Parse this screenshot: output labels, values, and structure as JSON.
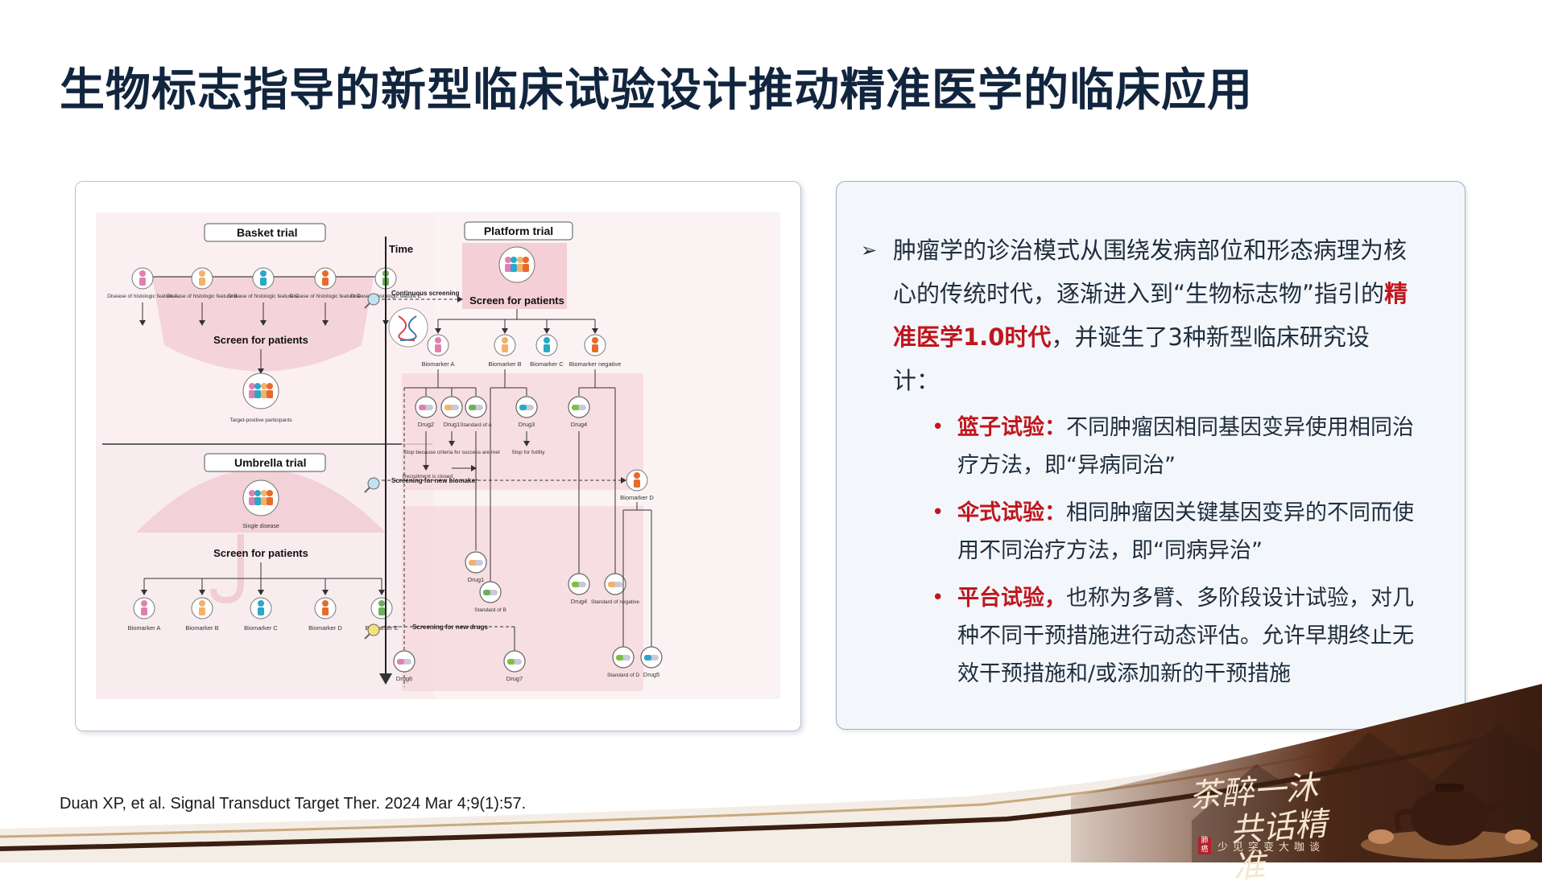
{
  "title": "生物标志指导的新型临床试验设计推动精准医学的临床应用",
  "figure": {
    "basket": {
      "title": "Basket trial",
      "diseases": [
        "Disease of histologic feature A",
        "Disease of histologic feature B",
        "Disease of histologic feature C",
        "Disease of histologic feature D",
        "Disease of histologic feature E"
      ],
      "screen": "Screen for patients",
      "participants": "Target-positive participants"
    },
    "umbrella": {
      "title": "Umbrella trial",
      "single": "Single disease",
      "screen": "Screen for patients",
      "biomarkers": [
        "Biomarker A",
        "Biomarker B",
        "Biomarker C",
        "Biomarker D",
        "Biomarker E"
      ]
    },
    "platform": {
      "title": "Platform trial",
      "time": "Time",
      "continuous": "Continuous screening",
      "screen": "Screen for patients",
      "biomarkers": [
        "Biomarker A",
        "Biomarker B",
        "Biomarker C",
        "Biomarker negative"
      ],
      "drug2": "Drug2",
      "drug1": "Drug1",
      "std_a": "Standard of A",
      "drug3": "Drug3",
      "drug4": "Drug4",
      "stop_success": "Stop because criteria for success are met",
      "stop_futility": "Stop for futility",
      "recruit_closed": "Recruitment is closed",
      "new_biomarker": "Screening for new biomaker",
      "biomarker_d": "Biomarker D",
      "drug1b": "Drug1",
      "std_b": "Standard of B",
      "drug4b": "Drug4",
      "std_neg": "Standard of negative",
      "new_drugs": "Screening for new drugs",
      "drug6": "Drug6",
      "drug7": "Drug7",
      "std_d": "Standard of D",
      "drug5": "Drug5"
    }
  },
  "panel": {
    "intro_1": "肿瘤学的诊治模式从围绕发病部位和形态病理为核心的传统时代，逐渐进入到“生物标志物”指引的",
    "intro_highlight": "精准医学1.0时代",
    "intro_2": "，并诞生了3种新型临床研究设计：",
    "items": [
      {
        "label": "篮子试验：",
        "text": "不同肿瘤因相同基因变异使用相同治疗方法，即“异病同治”"
      },
      {
        "label": "伞式试验：",
        "text": "相同肿瘤因关键基因变异的不同而使用不同治疗方法，即“同病异治”"
      },
      {
        "label": "平台试验，",
        "text": "也称为多臂、多阶段设计试验，对几种不同干预措施进行动态评估。允许早期终止无效干预措施和/或添加新的干预措施"
      }
    ]
  },
  "citation": "Duan XP, et al. Signal Transduct Target Ther. 2024 Mar 4;9(1):57.",
  "logo": {
    "line1": "茶醉一沐",
    "line2": "共话精准",
    "seal": "肺癌",
    "tagline": "少见突变大咖谈"
  },
  "colors": {
    "title": "#12253f",
    "accent_red": "#c0161e",
    "figure_bg": "#f8ecef",
    "panel_bg": "#f3f7fb",
    "deco_brown": "#4a2716"
  },
  "icons": [
    "arrow-bullet-icon",
    "dot-bullet-icon",
    "teapot-icon",
    "magnifier-icon",
    "person-icon",
    "drug-capsule-icon"
  ]
}
